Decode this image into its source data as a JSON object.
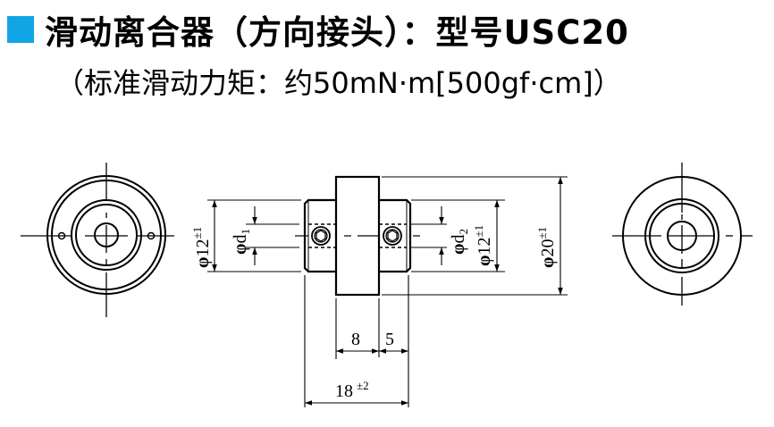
{
  "header": {
    "accent_color": "#12a5e6",
    "title": "滑动离合器（方向接头）：型号USC20",
    "subtitle": "（标准滑动力矩：约50mN·m[500gf·cm]）"
  },
  "drawing": {
    "views": [
      "left-end-view",
      "side-view",
      "right-end-view"
    ],
    "dimensions": {
      "left_hub_diameter": {
        "symbol": "φ",
        "value": "12",
        "tolerance": "±1"
      },
      "bore_left": {
        "symbol": "φ",
        "value": "d",
        "subscript": "1"
      },
      "bore_right": {
        "symbol": "φ",
        "value": "d",
        "subscript": "2"
      },
      "right_hub_diameter": {
        "symbol": "φ",
        "value": "12",
        "tolerance": "±1"
      },
      "body_diameter": {
        "symbol": "φ",
        "value": "20",
        "tolerance": "±1"
      },
      "body_width": {
        "value": "8"
      },
      "hub_length": {
        "value": "5"
      },
      "overall_length": {
        "value": "18",
        "tolerance": "±2"
      }
    }
  }
}
